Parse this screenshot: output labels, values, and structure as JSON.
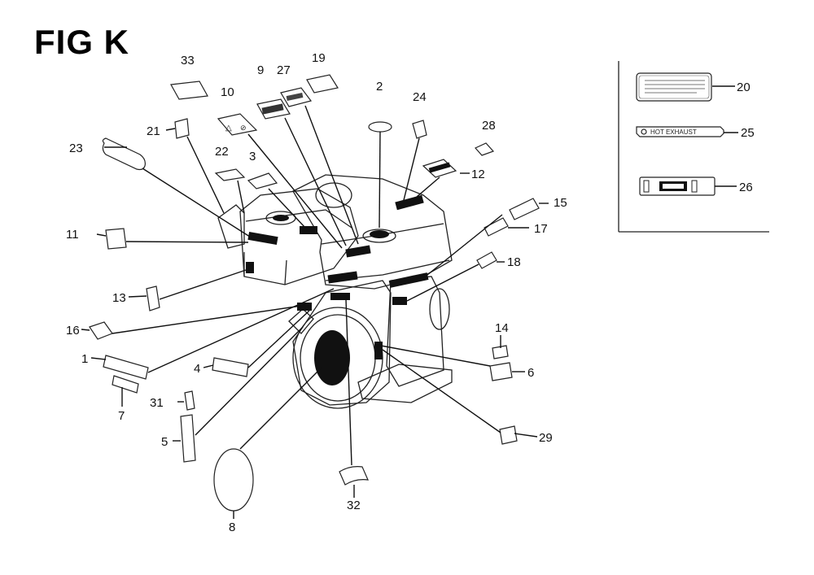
{
  "figure": {
    "title": "FIG K"
  },
  "callouts": {
    "c1": "1",
    "c2": "2",
    "c3": "3",
    "c4": "4",
    "c5": "5",
    "c6": "6",
    "c7": "7",
    "c8": "8",
    "c9": "9",
    "c10": "10",
    "c11": "11",
    "c12": "12",
    "c13": "13",
    "c14": "14",
    "c15": "15",
    "c16": "16",
    "c17": "17",
    "c18": "18",
    "c19": "19",
    "c20": "20",
    "c21": "21",
    "c22": "22",
    "c23": "23",
    "c24": "24",
    "c25": "25",
    "c26": "26",
    "c27": "27",
    "c28": "28",
    "c29": "29",
    "c31": "31",
    "c32": "32",
    "c33": "33"
  },
  "inset": {
    "exhaust_label_text": "HOT EXHAUST"
  }
}
